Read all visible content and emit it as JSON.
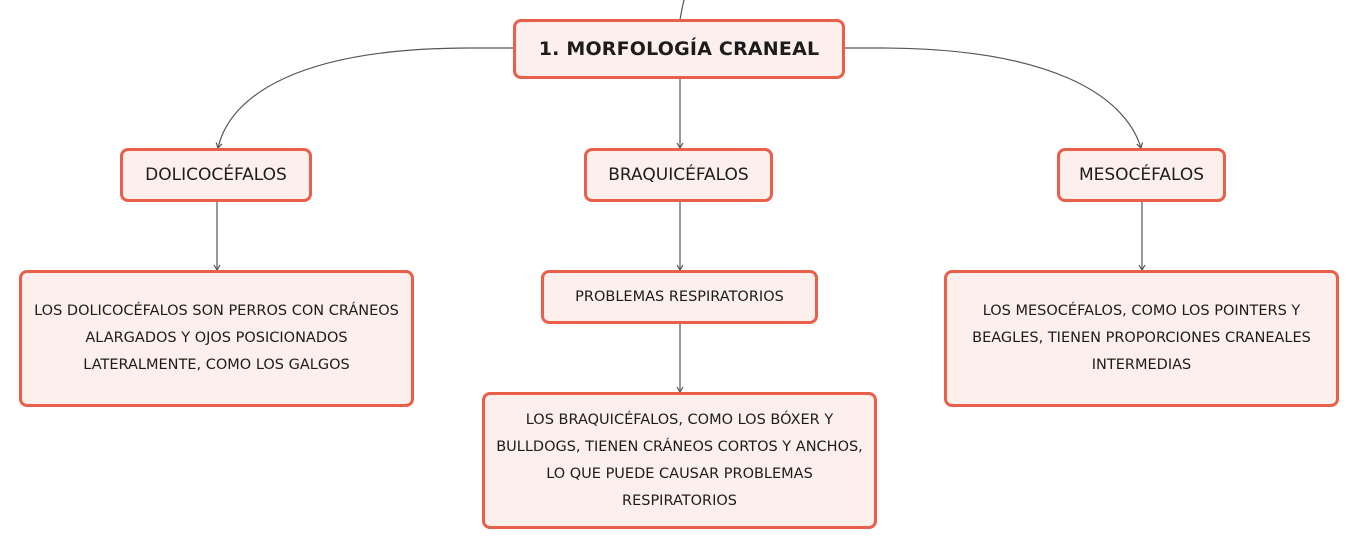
{
  "map": {
    "root": {
      "label": "1. MORFOLOGÍA CRANEAL"
    },
    "branches": [
      {
        "label": "DOLICOCÉFALOS",
        "children": [
          {
            "label": "LOS DOLICOCÉFALOS SON PERROS CON CRÁNEOS ALARGADOS Y OJOS POSICIONADOS LATERALMENTE, COMO LOS GALGOS"
          }
        ]
      },
      {
        "label": "BRAQUICÉFALOS",
        "children": [
          {
            "label": "PROBLEMAS RESPIRATORIOS"
          },
          {
            "label": "LOS BRAQUICÉFALOS, COMO LOS BÓXER Y BULLDOGS, TIENEN CRÁNEOS CORTOS Y ANCHOS, LO QUE PUEDE CAUSAR PROBLEMAS RESPIRATORIOS"
          }
        ]
      },
      {
        "label": "MESOCÉFALOS",
        "children": [
          {
            "label": "LOS MESOCÉFALOS, COMO LOS POINTERS Y BEAGLES, TIENEN PROPORCIONES CRANEALES INTERMEDIAS"
          }
        ]
      }
    ]
  },
  "colors": {
    "node_border": "#e8604a",
    "node_fill": "#fdefeb",
    "connector": "#555555",
    "text": "#1c1c1c"
  }
}
